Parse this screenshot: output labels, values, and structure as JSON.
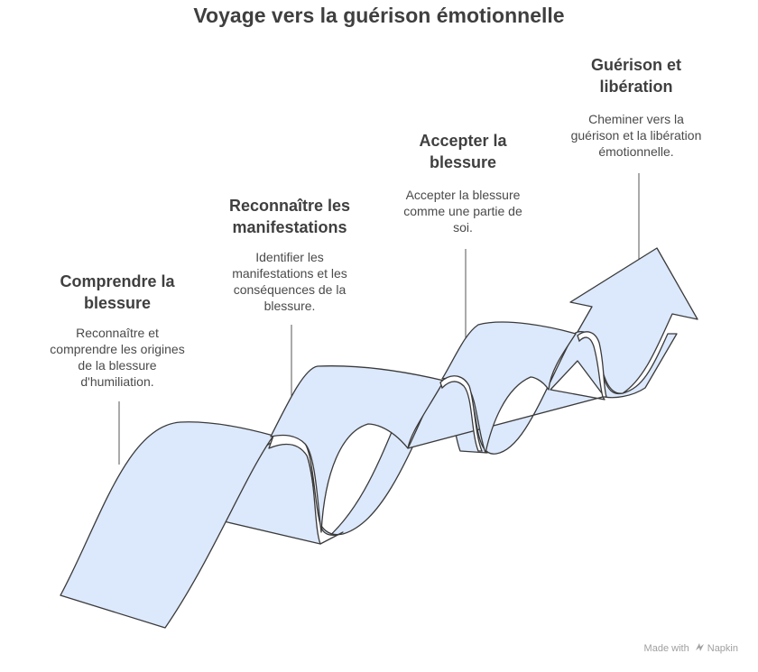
{
  "title": "Voyage vers la guérison émotionnelle",
  "steps": [
    {
      "title_line1": "Comprendre la",
      "title_line2": "blessure",
      "desc_lines": [
        "Reconnaître et",
        "comprendre les origines",
        "de la blessure",
        "d'humiliation."
      ]
    },
    {
      "title_line1": "Reconnaître les",
      "title_line2": "manifestations",
      "desc_lines": [
        "Identifier les",
        "manifestations et les",
        "conséquences de la",
        "blessure."
      ]
    },
    {
      "title_line1": "Accepter la",
      "title_line2": "blessure",
      "desc_lines": [
        "Accepter la blessure",
        "comme une partie de",
        "soi."
      ]
    },
    {
      "title_line1": "Guérison et",
      "title_line2": "libération",
      "desc_lines": [
        "Cheminer vers la",
        "guérison et la libération",
        "émotionnelle."
      ]
    }
  ],
  "watermark": {
    "prefix": "Made with",
    "brand": "Napkin",
    "icon": "napkin-logo-icon"
  },
  "colors": {
    "ribbon_fill": "#dce8fb",
    "ribbon_stroke": "#3a3a3a",
    "text": "#3f3f3f"
  }
}
